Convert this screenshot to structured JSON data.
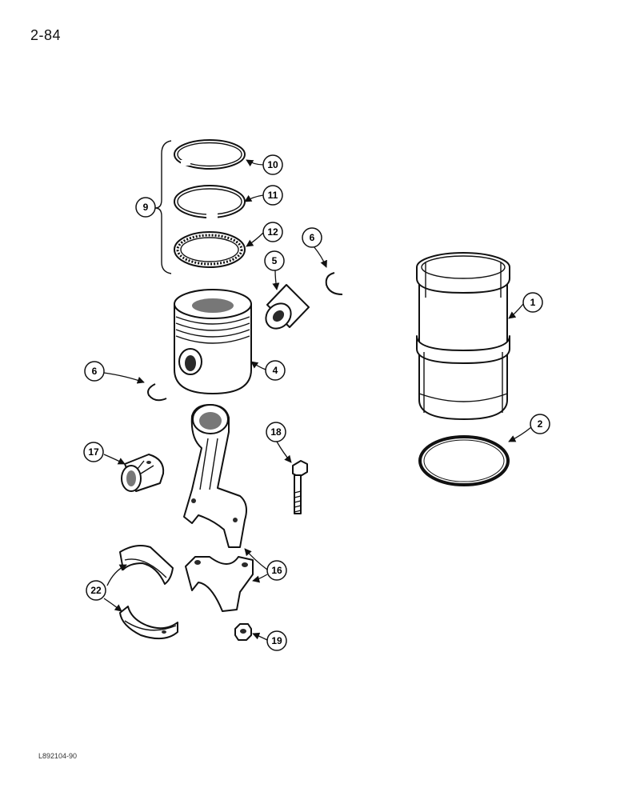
{
  "page": {
    "page_number": "2-84",
    "figure_code": "L892104-90"
  },
  "callouts": {
    "c1": "1",
    "c2": "2",
    "c4": "4",
    "c5": "5",
    "c6_top": "6",
    "c6_left": "6",
    "c9": "9",
    "c10": "10",
    "c11": "11",
    "c12": "12",
    "c16": "16",
    "c17": "17",
    "c18": "18",
    "c19": "19",
    "c22": "22"
  },
  "icons": [
    "arrow-head"
  ]
}
